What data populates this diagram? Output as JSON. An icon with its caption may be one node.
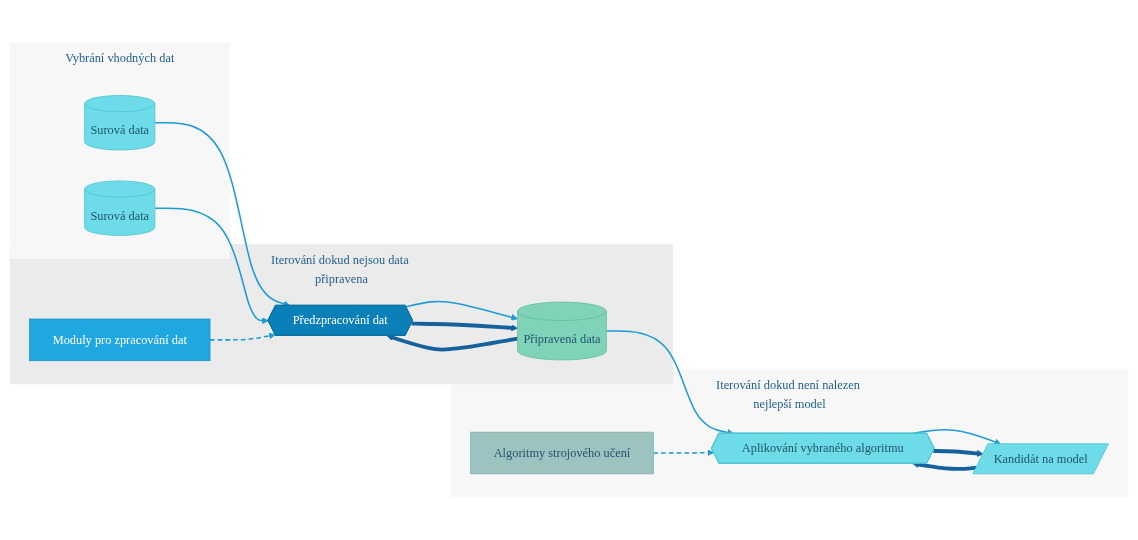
{
  "diagram": {
    "nodes": [
      {
        "text": [
          "Vybrání vhodných dat"
        ]
      },
      {
        "text": [
          "Surová data"
        ],
        "in": 0
      },
      {
        "text": [
          "Surová data"
        ],
        "in": 0
      },
      {
        "text": [
          "Iterování dokud nejsou data připravena"
        ]
      },
      {
        "text": [
          "Předzpracování dat"
        ],
        "in": 3
      },
      {
        "text": [
          "Připravená data"
        ],
        "in": 3
      },
      {
        "text": [
          "Moduly pro zpracování dat"
        ],
        "in": 3
      },
      {
        "text": [
          "Iterování dokud není nalezen nejlepší model"
        ]
      },
      {
        "text": [
          "Aplikování vybraného algoritmu"
        ],
        "in": 7
      },
      {
        "text": [
          "Kandidát na model"
        ],
        "in": 7
      },
      {
        "text": [
          "Algoritmy strojového učení"
        ],
        "in": 7
      }
    ],
    "edges": [
      {
        "from": 1,
        "to": 4,
        "arrow": "to"
      },
      {
        "from": 2,
        "to": 4,
        "arrow": "to"
      },
      {
        "from": 4,
        "to": 5,
        "arrow": "to"
      },
      {
        "from": 5,
        "to": 8,
        "arrow": "to"
      },
      {
        "from": 8,
        "to": 9,
        "arrow": "to"
      },
      {
        "from": 4,
        "to": 5,
        "arrow": "to",
        "style": "thick",
        "color": "#15619e"
      },
      {
        "from": 5,
        "to": 4,
        "arrow": "to",
        "style": "thick",
        "color": "#15619e"
      },
      {
        "from": 8,
        "to": 9,
        "arrow": "to",
        "style": "thick",
        "color": "#15619e"
      },
      {
        "from": 9,
        "to": 8,
        "arrow": "to",
        "style": "thick",
        "color": "#15619e"
      },
      {
        "from": 6,
        "to": 4,
        "arrow": "to",
        "style": "dashed"
      },
      {
        "from": 10,
        "to": 8,
        "arrow": "to",
        "style": "dashed"
      }
    ]
  }
}
